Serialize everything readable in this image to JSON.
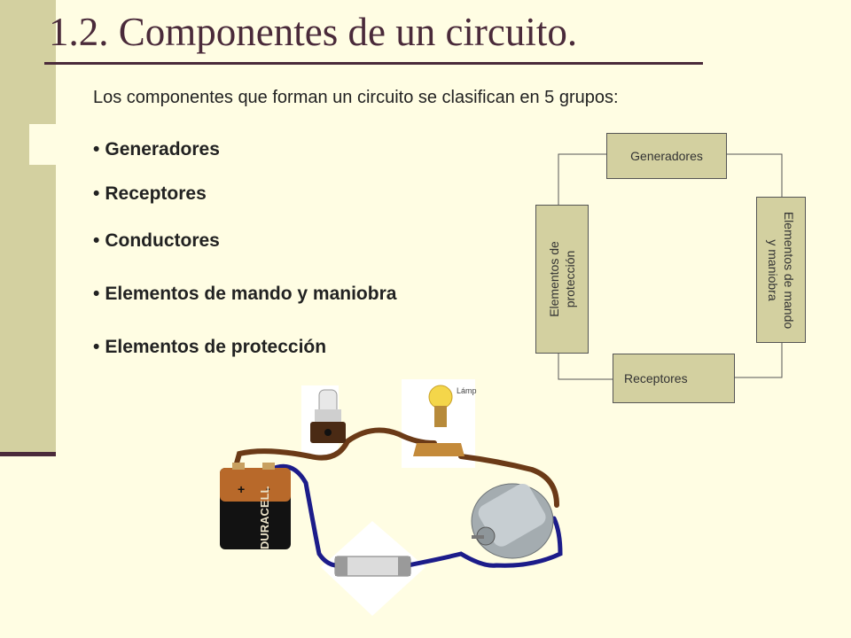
{
  "slide": {
    "title": "1.2. Componentes de un circuito.",
    "intro": "Los componentes que forman un circuito se clasifican en 5 grupos:",
    "bullets": [
      "Generadores",
      "Receptores",
      "Conductores",
      "Elementos de mando y maniobra",
      "Elementos de protección"
    ]
  },
  "diagram": {
    "generadores": "Generadores",
    "receptores": "Receptores",
    "mando_line1": "Elementos de mando",
    "mando_line2": "y maniobra",
    "proteccion_line1": "Elementos de",
    "proteccion_line2": "protección"
  },
  "photo": {
    "battery_brand": "DURACELL",
    "battery_plus": "+",
    "battery_minus": "-",
    "lamp_label": "Lámp"
  },
  "colors": {
    "background": "#fffde3",
    "sidebar": "#d3d0a0",
    "title": "#4a2a3a",
    "wire_brown": "#6b3a17",
    "wire_blue": "#1c1c8a"
  }
}
